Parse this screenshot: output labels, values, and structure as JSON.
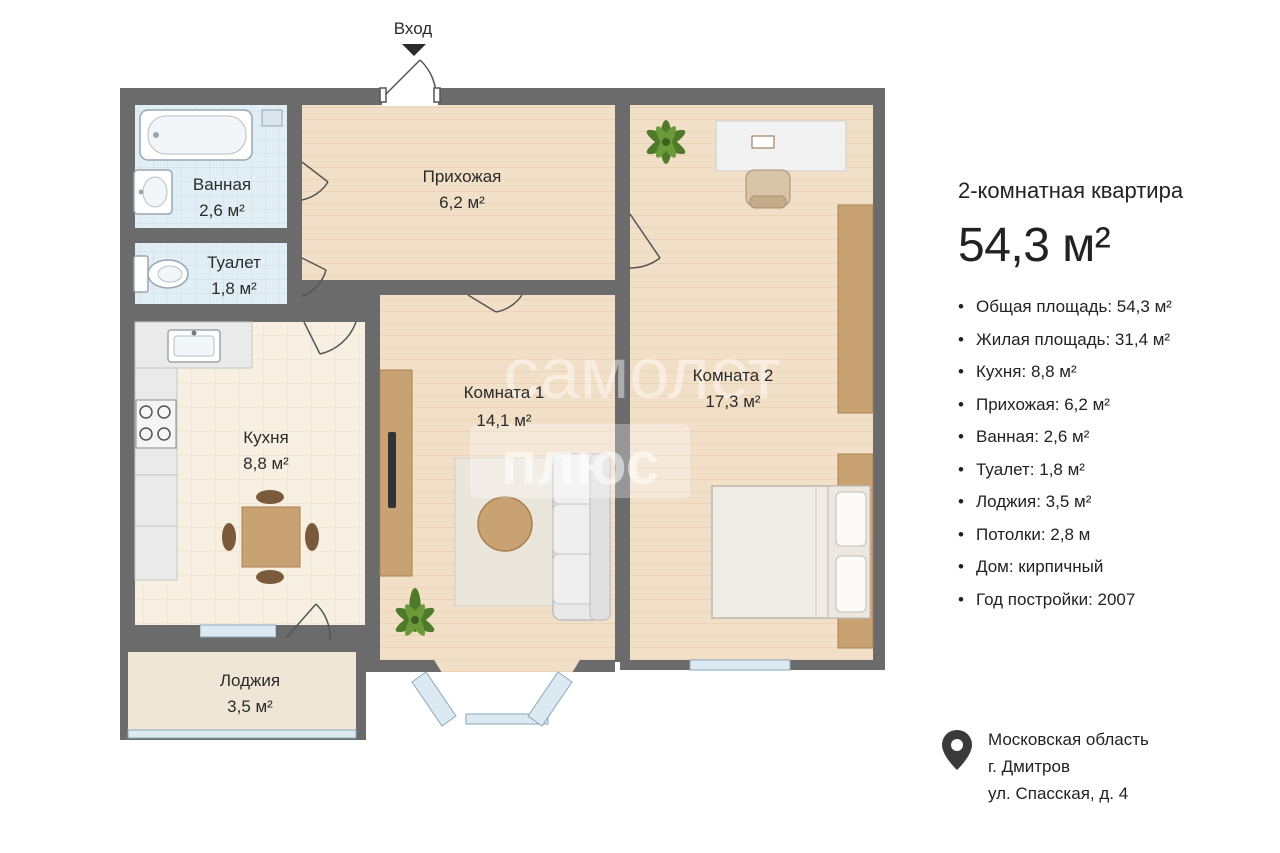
{
  "entrance_label": "Вход",
  "rooms": {
    "bathroom": {
      "name": "Ванная",
      "area": "2,6 м²"
    },
    "toilet": {
      "name": "Туалет",
      "area": "1,8 м²"
    },
    "hallway": {
      "name": "Прихожая",
      "area": "6,2 м²"
    },
    "kitchen": {
      "name": "Кухня",
      "area": "8,8 м²"
    },
    "room1": {
      "name": "Комната 1",
      "area": "14,1 м²"
    },
    "room2": {
      "name": "Комната 2",
      "area": "17,3 м²"
    },
    "loggia": {
      "name": "Лоджия",
      "area": "3,5 м²"
    }
  },
  "watermark": {
    "line1": "самолет",
    "line2": "плюс"
  },
  "info": {
    "title": "2-комнатная квартира",
    "total_area": "54,3 м²",
    "specs": [
      "Общая площадь: 54,3 м²",
      "Жилая площадь: 31,4 м²",
      "Кухня: 8,8 м²",
      "Прихожая: 6,2 м²",
      "Ванная: 2,6 м²",
      "Туалет: 1,8 м²",
      "Лоджия: 3,5 м²",
      "Потолки: 2,8 м",
      "Дом: кирпичный",
      "Год постройки: 2007"
    ]
  },
  "address": {
    "icon": "location-pin-icon",
    "lines": [
      "Московская область",
      "г. Дмитров",
      "ул. Спасская, д. 4"
    ]
  },
  "colors": {
    "wall": "#6b6b6b",
    "wood_floor": "#f2dfc7",
    "tile_floor": "#e2eef5",
    "kitchen_floor": "#f7efe2",
    "window": "#dbe9f3",
    "furniture": "#ebebeb",
    "wood_furniture": "#c9a274",
    "plant": "#4f7a2a"
  }
}
